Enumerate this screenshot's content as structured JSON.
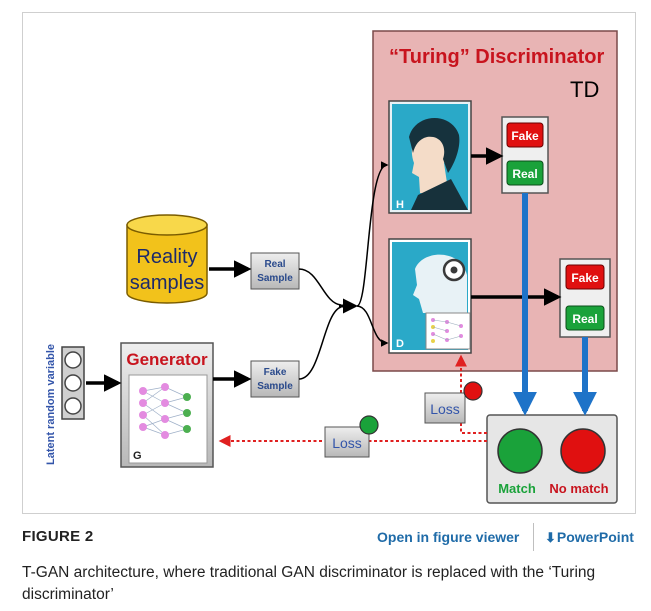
{
  "figure": {
    "label": "FIGURE 2",
    "links": {
      "viewer": "Open in figure viewer",
      "powerpoint": "PowerPoint",
      "download_icon": "download-arrow-icon"
    },
    "caption": "T-GAN architecture, where traditional GAN discriminator is replaced with the ‘Turing discriminator’"
  },
  "diagram": {
    "discriminator": {
      "title_quote": "“Turing”",
      "title_rest": "Discriminator",
      "abbrev": "TD",
      "human_label": "H",
      "machine_label": "D"
    },
    "reality": {
      "line1": "Reality",
      "line2": "samples"
    },
    "real_sample": {
      "line1": "Real",
      "line2": "Sample"
    },
    "fake_sample": {
      "line1": "Fake",
      "line2": "Sample"
    },
    "generator": {
      "title": "Generator",
      "label": "G"
    },
    "latent_label": "Latent random variable",
    "buttons": {
      "fake": "Fake",
      "real": "Real"
    },
    "loss_label": "Loss",
    "outcome": {
      "match": "Match",
      "no_match": "No match"
    },
    "colors": {
      "td_panel": "#e8b4b4",
      "arrow_blue": "#1e73c8",
      "loss_red": "#e02020",
      "fake_red": "#e01010",
      "real_green": "#1aa23a",
      "reality_yellow": "#f2c21b",
      "title_red": "#c8141e",
      "latent_blue": "#3355aa"
    }
  }
}
